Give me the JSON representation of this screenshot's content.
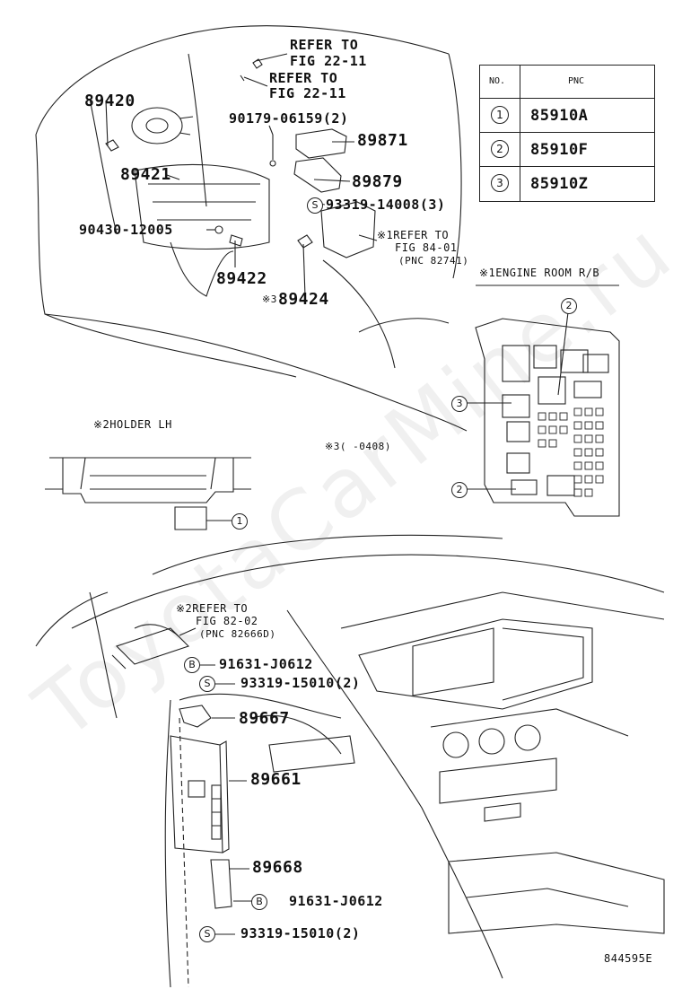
{
  "parts": {
    "p89420": "89420",
    "p89421": "89421",
    "p89422": "89422",
    "p89424": "89424",
    "p89871": "89871",
    "p89879": "89879",
    "p90179": "90179-06159(2)",
    "p90430": "90430-12005",
    "p93319a": "93319-14008(3)",
    "p91631a": "91631-J0612",
    "p93319b": "93319-15010(2)",
    "p89667": "89667",
    "p89661": "89661",
    "p89668": "89668",
    "p91631b": "91631-J0612",
    "p93319c": "93319-15010(2)"
  },
  "refs": {
    "refer_to_1": "REFER TO",
    "fig_1": "FIG 22-11",
    "refer_to_2": "REFER TO",
    "fig_2": "FIG 22-11",
    "refer_84_line1": "※1REFER TO",
    "refer_84_line2": "FIG 84-01",
    "refer_84_pnc": "(PNC 82741)",
    "refer_82_line1": "※2REFER TO",
    "refer_82_line2": "FIG 82-02",
    "refer_82_pnc": "(PNC 82666D)",
    "mark_89424": "※3",
    "engine_room_rb": "※1ENGINE ROOM R/B",
    "holder_lh": "※2HOLDER LH",
    "date_note": "※3(   -0408)",
    "code": "844595E"
  },
  "symbols": {
    "bolt": "B",
    "screw": "S",
    "c1": "1",
    "c2": "2",
    "c3": "3"
  },
  "pnc_table": {
    "headers": {
      "no": "NO.",
      "pnc": "PNC"
    },
    "rows": [
      {
        "no": "1",
        "pnc": "85910A"
      },
      {
        "no": "2",
        "pnc": "85910F"
      },
      {
        "no": "3",
        "pnc": "85910Z"
      }
    ]
  },
  "watermark": "ToyotaCarMine.ru"
}
